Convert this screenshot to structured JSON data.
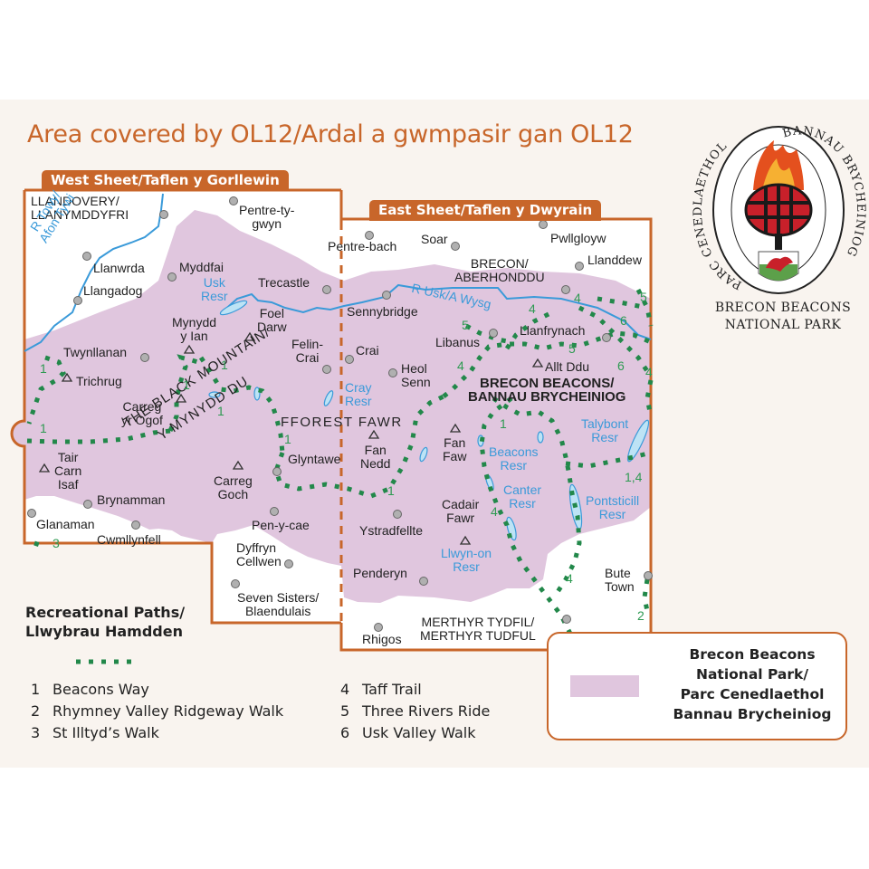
{
  "title": "Area covered by OL12/Ardal a gwmpasir gan OL12",
  "colors": {
    "accent_orange": "#c8662a",
    "park_fill": "#e0c6de",
    "path_green": "#22884a",
    "water_blue": "#3a9ad9",
    "panel_bg": "#f9f4ef"
  },
  "sheets": {
    "west": "West Sheet/Taflen y Gorllewin",
    "east": "East Sheet/Taflen y Dwyrain"
  },
  "logo": {
    "ring_text_left": "PARC CENEDLAETHOL",
    "ring_text_right": "BANNAU BRYCHEINIOG",
    "caption_line1": "BRECON BEACONS",
    "caption_line2": "NATIONAL PARK"
  },
  "places": {
    "llandovery_1": "LLANDOVERY/",
    "llandovery_2": "LLANYMDDYFRI",
    "pentretygwyn_1": "Pentre-ty-",
    "pentretygwyn_2": "gwyn",
    "llanwrda": "Llanwrda",
    "llangadog": "Llangadog",
    "myddfai": "Myddfai",
    "trecastle": "Trecastle",
    "twynllanan": "Twynllanan",
    "felincrai_1": "Felin-",
    "felincrai_2": "Crai",
    "pentrebach": "Pentre-bach",
    "soar": "Soar",
    "pwllgloyw": "Pwllgloyw",
    "brecon_1": "BRECON/",
    "brecon_2": "ABERHONDDU",
    "llanddew": "Llanddew",
    "sennybridge": "Sennybridge",
    "libanus": "Libanus",
    "llanfrynach": "Llanfrynach",
    "crai": "Crai",
    "heolsenn_1": "Heol",
    "heolsenn_2": "Senn",
    "glyntawe": "Glyntawe",
    "brynamman": "Brynamman",
    "glanaman": "Glanaman",
    "cwmllynfell": "Cwmllynfell",
    "penycae": "Pen-y-cae",
    "dyffryn_1": "Dyffryn",
    "dyffryn_2": "Cellwen",
    "sevensisters_1": "Seven Sisters/",
    "sevensisters_2": "Blaendulais",
    "ystradfellte": "Ystradfellte",
    "penderyn": "Penderyn",
    "rhigos": "Rhigos",
    "merthyr_1": "MERTHYR TYDFIL/",
    "merthyr_2": "MERTHYR TUDFUL",
    "butetown_1": "Bute",
    "butetown_2": "Town"
  },
  "peaks": {
    "trichrug": "Trichrug",
    "mynyddyian_1": "Mynydd",
    "mynyddyian_2": "y Ian",
    "foeldarw_1": "Foel",
    "foeldarw_2": "Darw",
    "carregyrogof_1": "Carreg",
    "carregyrogof_2": "yr Ogof",
    "taircarn_1": "Tair",
    "taircarn_2": "Carn",
    "taircarn_3": "Isaf",
    "carreggoch_1": "Carreg",
    "carreggoch_2": "Goch",
    "fannedd_1": "Fan",
    "fannedd_2": "Nedd",
    "fanfaw_1": "Fan",
    "fanfaw_2": "Faw",
    "cadairfawr_1": "Cadair",
    "cadairfawr_2": "Fawr",
    "alltddu": "Allt Ddu"
  },
  "water": {
    "river_towy_1": "R Towy/",
    "river_towy_2": "Afon Tywi",
    "river_usk": "R Usk/A Wysg",
    "usk_resr_1": "Usk",
    "usk_resr_2": "Resr",
    "cray_resr_1": "Cray",
    "cray_resr_2": "Resr",
    "talybont_1": "Talybont",
    "talybont_2": "Resr",
    "beacons_1": "Beacons",
    "beacons_2": "Resr",
    "canter_1": "Canter",
    "canter_2": "Resr",
    "pontsticill_1": "Pontsticill",
    "pontsticill_2": "Resr",
    "llwynon_1": "Llwyn-on",
    "llwynon_2": "Resr"
  },
  "regions": {
    "black_mountain": "THE BLACK MOUNTAIN/",
    "mynydd_du": "Y MYNYDD DU",
    "fforest_fawr": "FFOREST FAWR",
    "brecon_beacons_1": "BRECON BEACONS/",
    "brecon_beacons_2": "BANNAU BRYCHEINIOG"
  },
  "path_numbers": {
    "n1": "1",
    "n2": "2",
    "n3": "3",
    "n4": "4",
    "n5": "5",
    "n6": "6",
    "n14": "1,4"
  },
  "legend": {
    "title_1": "Recreational Paths/",
    "title_2": "Llwybrau Hamdden",
    "items": [
      {
        "num": "1",
        "label": "Beacons Way"
      },
      {
        "num": "2",
        "label": "Rhymney Valley Ridgeway Walk"
      },
      {
        "num": "3",
        "label": "St Illtyd’s Walk"
      },
      {
        "num": "4",
        "label": "Taff Trail"
      },
      {
        "num": "5",
        "label": "Three Rivers Ride"
      },
      {
        "num": "6",
        "label": "Usk Valley Walk"
      }
    ]
  },
  "national_park_key": {
    "line1": "Brecon Beacons",
    "line2": "National Park/",
    "line3": "Parc Cenedlaethol",
    "line4": "Bannau Brycheiniog"
  }
}
